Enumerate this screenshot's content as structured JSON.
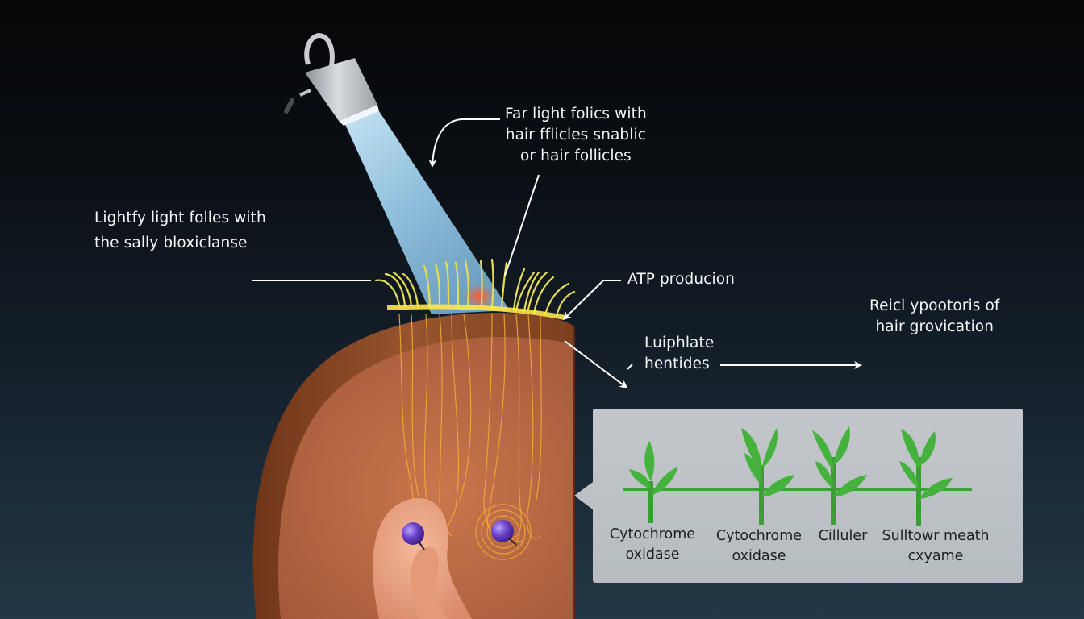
{
  "diagram": {
    "title": "",
    "colors": {
      "background_top": "#050607",
      "background_bottom": "#233847",
      "light_beam": "#9fd6f5",
      "hair_glow": "#e8e04a",
      "scalp_rim": "#8a4a26",
      "skin": "#b96a45",
      "nerve_lines": "#f0a93a",
      "molecule": "#6a3fbf",
      "panel_bg": "#bcc1c6",
      "plant_green": "#3aa536"
    },
    "icons": {
      "lamp": "light-therapy-lamp-icon",
      "molecule": "purple-molecule-icon",
      "plant": "sprout-icon",
      "arrow": "arrow-icon"
    },
    "callouts": {
      "top": {
        "lines": [
          "Far light folics with",
          "hair fflicles snablic",
          "or hair follicles"
        ]
      },
      "left": {
        "lines": [
          "Lightfy light folles with",
          "the sally bloxiclanse"
        ]
      },
      "atp": {
        "lines": [
          "ATP producion"
        ]
      },
      "middle": {
        "lines": [
          "Luiphlate",
          "hentides"
        ]
      },
      "right": {
        "lines": [
          "Reicl ypootoris of",
          "hair grovication"
        ]
      }
    },
    "panel": {
      "plants": [
        {
          "label_lines": [
            "Cytochrome",
            "oxidase"
          ]
        },
        {
          "label_lines": [
            "Cytochrome",
            "oxidase"
          ]
        },
        {
          "label_lines": [
            "Cilluler"
          ]
        },
        {
          "label_lines": [
            "Sulltowr meath",
            "cxyame"
          ]
        }
      ]
    }
  }
}
